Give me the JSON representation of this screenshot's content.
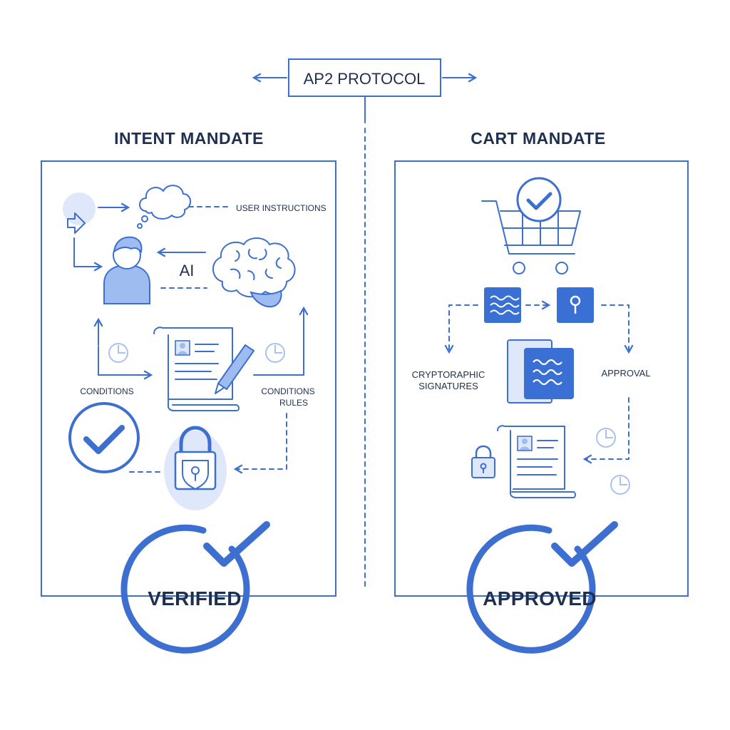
{
  "header": {
    "title": "AP2 PROTOCOL"
  },
  "intent": {
    "title": "INTENT MANDATE",
    "user_instructions": "USER INSTRUCTIONS",
    "ai": "AI",
    "conditions": "CONDITIONS",
    "conditions_rules_1": "CONDITIONS",
    "conditions_rules_2": "RULES",
    "badge": "VERIFIED"
  },
  "cart": {
    "title": "CART MANDATE",
    "crypto_1": "CRYPTORAPHIC",
    "crypto_2": "SIGNATURES",
    "approval": "APPROVAL",
    "badge": "APPROVED"
  },
  "colors": {
    "accent": "#3d6fd0",
    "light": "#dfe8fb",
    "text": "#1f2f4f"
  }
}
